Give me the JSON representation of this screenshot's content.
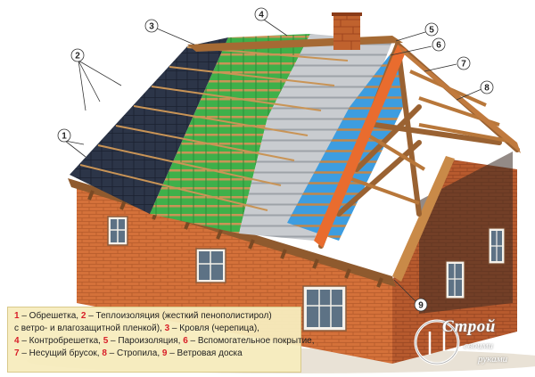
{
  "callouts": {
    "c1": "1",
    "c2": "2",
    "c3": "3",
    "c4": "4",
    "c5": "5",
    "c6": "6",
    "c7": "7",
    "c8": "8",
    "c9": "9"
  },
  "legend": {
    "row1": {
      "n1": "1",
      "t1": " – Обрешетка, ",
      "n2": "2",
      "t2": " – Теплоизоляция (жесткий пенополистирол)"
    },
    "row2": {
      "t1": "с ветро- и влагозащитной пленкой), ",
      "n3": "3",
      "t2": " – Кровля (черепица),"
    },
    "row3": {
      "n4": "4",
      "t1": " – Контробрешетка, ",
      "n5": "5",
      "t2": " – Пароизоляция, ",
      "n6": "6",
      "t3": " – Вспомогательное покрытие,"
    },
    "row4": {
      "n7": "7",
      "t1": " – Несущий брусок, ",
      "n8": "8",
      "t2": " – Стропила, ",
      "n9": "9",
      "t3": " – Ветровая доска"
    }
  },
  "logo": {
    "line1": "Строй",
    "line2": "своими",
    "line3": "руками"
  },
  "colors": {
    "brick": "#d4713a",
    "roof_tiles": "#2c3548",
    "insulation": "#3fb04a",
    "membrane": "#c9ccd0",
    "vapor_barrier": "#3d9de0",
    "timber": "#b8773a",
    "legend_number": "#d81e28"
  },
  "icons": {
    "logo_circle": "logo-circle-icon",
    "chimney": "chimney-icon"
  }
}
